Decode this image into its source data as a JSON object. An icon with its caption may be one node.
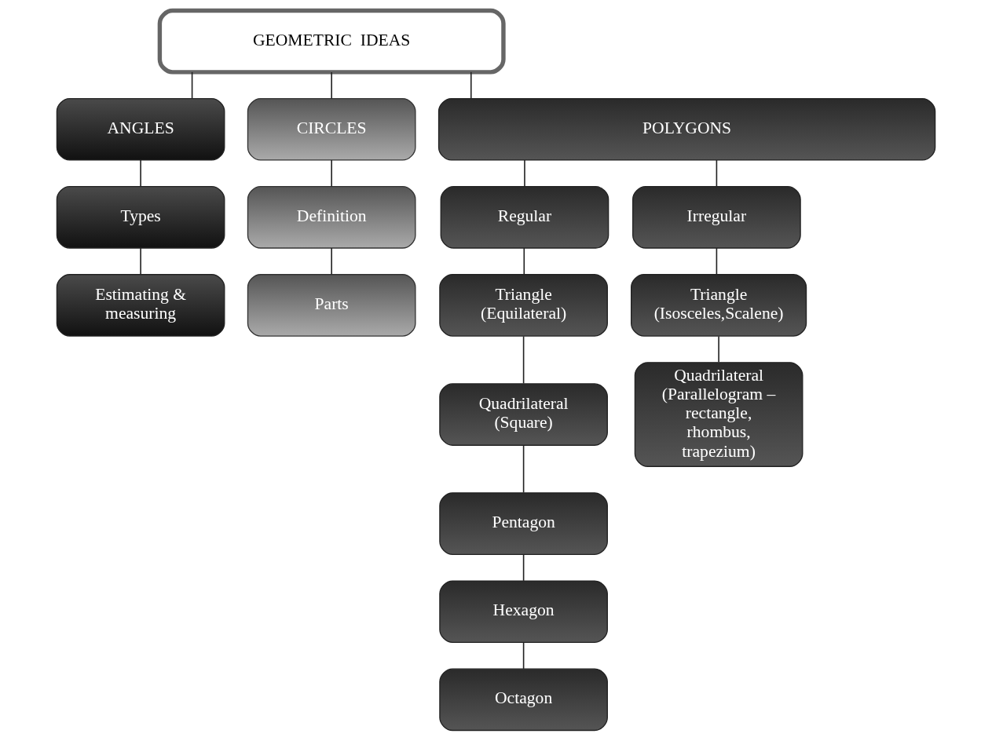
{
  "diagram": {
    "nodes": [
      {
        "text": [
          "GEOMETRIC  IDEAS"
        ]
      },
      {
        "text": [
          "ANGLES"
        ]
      },
      {
        "text": [
          "CIRCLES"
        ]
      },
      {
        "text": [
          "POLYGONS"
        ]
      },
      {
        "text": [
          "Types"
        ]
      },
      {
        "text": [
          "Estimating & measuring"
        ]
      },
      {
        "text": [
          "Definition"
        ]
      },
      {
        "text": [
          "Parts"
        ]
      },
      {
        "text": [
          "Regular"
        ]
      },
      {
        "text": [
          "Irregular"
        ]
      },
      {
        "text": [
          "Triangle (Equilateral)"
        ]
      },
      {
        "text": [
          "Triangle (Isosceles,Scalene)"
        ]
      },
      {
        "text": [
          "Quadrilateral (Square)"
        ]
      },
      {
        "text": [
          "Quadrilateral (Parallelogram – rectangle, rhombus, trapezium)"
        ]
      },
      {
        "text": [
          "Pentagon"
        ]
      },
      {
        "text": [
          "Hexagon"
        ]
      },
      {
        "text": [
          "Octagon"
        ]
      }
    ],
    "edges": [
      {
        "from": 0,
        "to": 1,
        "arrow": "none"
      },
      {
        "from": 0,
        "to": 2,
        "arrow": "none"
      },
      {
        "from": 0,
        "to": 3,
        "arrow": "none"
      },
      {
        "from": 1,
        "to": 4,
        "arrow": "none"
      },
      {
        "from": 4,
        "to": 5,
        "arrow": "none"
      },
      {
        "from": 2,
        "to": 6,
        "arrow": "none"
      },
      {
        "from": 6,
        "to": 7,
        "arrow": "none"
      },
      {
        "from": 3,
        "to": 8,
        "arrow": "none"
      },
      {
        "from": 3,
        "to": 9,
        "arrow": "none"
      },
      {
        "from": 8,
        "to": 10,
        "arrow": "none"
      },
      {
        "from": 10,
        "to": 12,
        "arrow": "none"
      },
      {
        "from": 12,
        "to": 14,
        "arrow": "none"
      },
      {
        "from": 14,
        "to": 15,
        "arrow": "none"
      },
      {
        "from": 15,
        "to": 16,
        "arrow": "none"
      },
      {
        "from": 9,
        "to": 11,
        "arrow": "none"
      },
      {
        "from": 11,
        "to": 13,
        "arrow": "none"
      }
    ]
  }
}
